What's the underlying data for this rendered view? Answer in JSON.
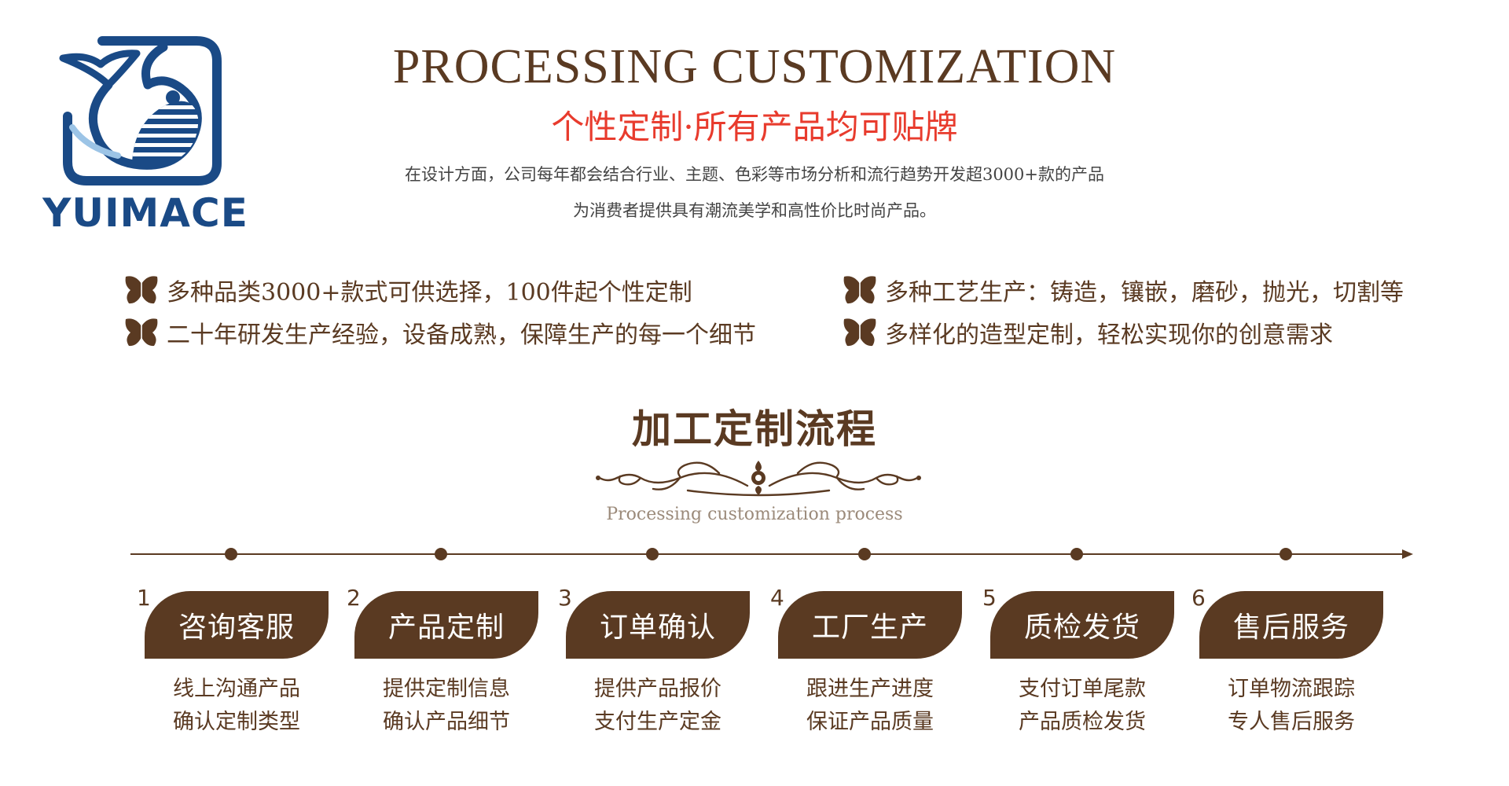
{
  "brand": {
    "logo_text": "YUIMACE"
  },
  "header": {
    "title_en": "PROCESSING CUSTOMIZATION",
    "title_cn": "个性定制·所有产品均可贴牌",
    "description_line1": "在设计方面，公司每年都会结合行业、主题、色彩等市场分析和流行趋势开发超3000+款的产品",
    "description_line2": "为消费者提供具有潮流美学和高性价比时尚产品。"
  },
  "features": [
    {
      "icon": "butterfly-icon",
      "text": "多种品类3000+款式可供选择，100件起个性定制"
    },
    {
      "icon": "butterfly-icon",
      "text": "二十年研发生产经验，设备成熟，保障生产的每一个细节"
    },
    {
      "icon": "butterfly-icon",
      "text": "多种工艺生产：铸造，镶嵌，磨砂，抛光，切割等"
    },
    {
      "icon": "butterfly-icon",
      "text": "多样化的造型定制，轻松实现你的创意需求"
    }
  ],
  "process": {
    "title": "加工定制流程",
    "subtitle": "Processing customization process",
    "steps": [
      {
        "number": "1",
        "name": "咨询客服",
        "line1": "线上沟通产品",
        "line2": "确认定制类型"
      },
      {
        "number": "2",
        "name": "产品定制",
        "line1": "提供定制信息",
        "line2": "确认产品细节"
      },
      {
        "number": "3",
        "name": "订单确认",
        "line1": "提供产品报价",
        "line2": "支付生产定金"
      },
      {
        "number": "4",
        "name": "工厂生产",
        "line1": "跟进生产进度",
        "line2": "保证产品质量"
      },
      {
        "number": "5",
        "name": "质检发货",
        "line1": "支付订单尾款",
        "line2": "产品质检发货"
      },
      {
        "number": "6",
        "name": "售后服务",
        "line1": "订单物流跟踪",
        "line2": "专人售后服务"
      }
    ]
  },
  "colors": {
    "brown": "#5a3a22",
    "red": "#e83b2d",
    "logo_blue": "#1a4a86",
    "subtitle_grey": "#9b8a7a"
  }
}
